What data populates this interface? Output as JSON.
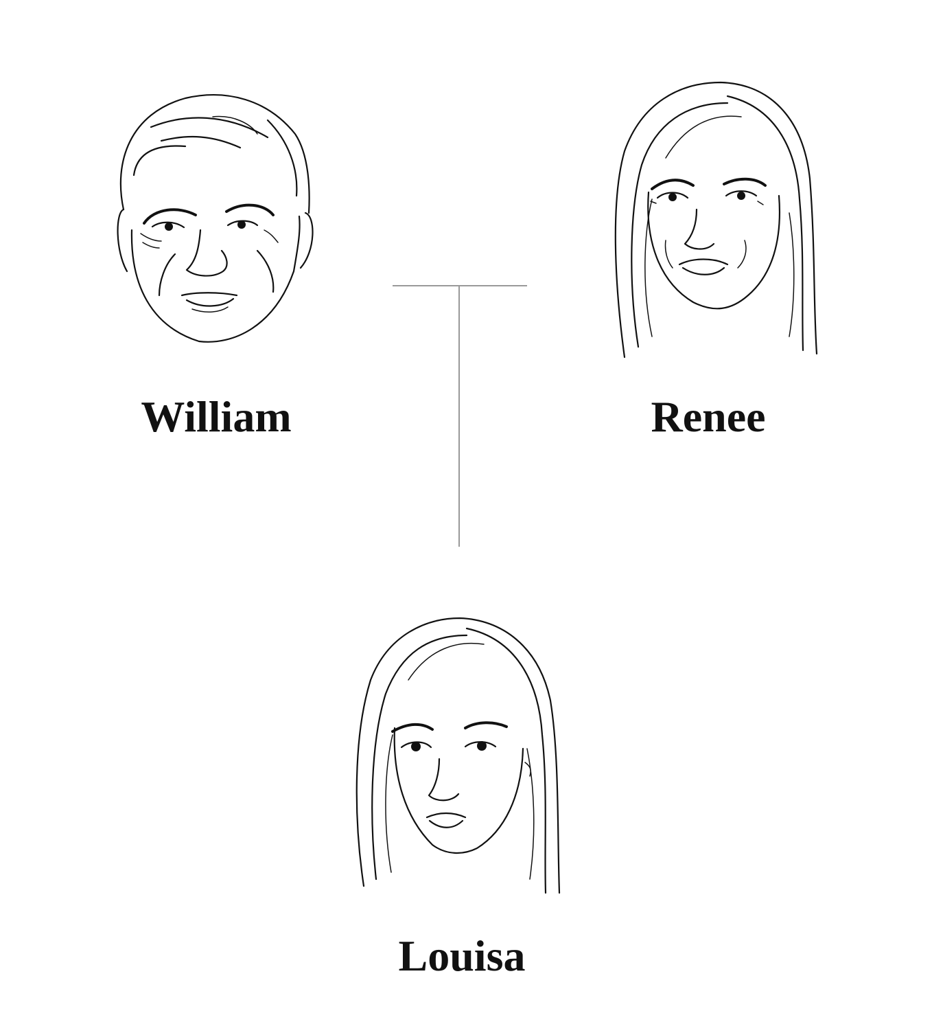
{
  "people": {
    "father": {
      "name": "William"
    },
    "mother": {
      "name": "Renee"
    },
    "child": {
      "name": "Louisa"
    }
  },
  "line_color": "#999999",
  "ink_color": "#111111"
}
